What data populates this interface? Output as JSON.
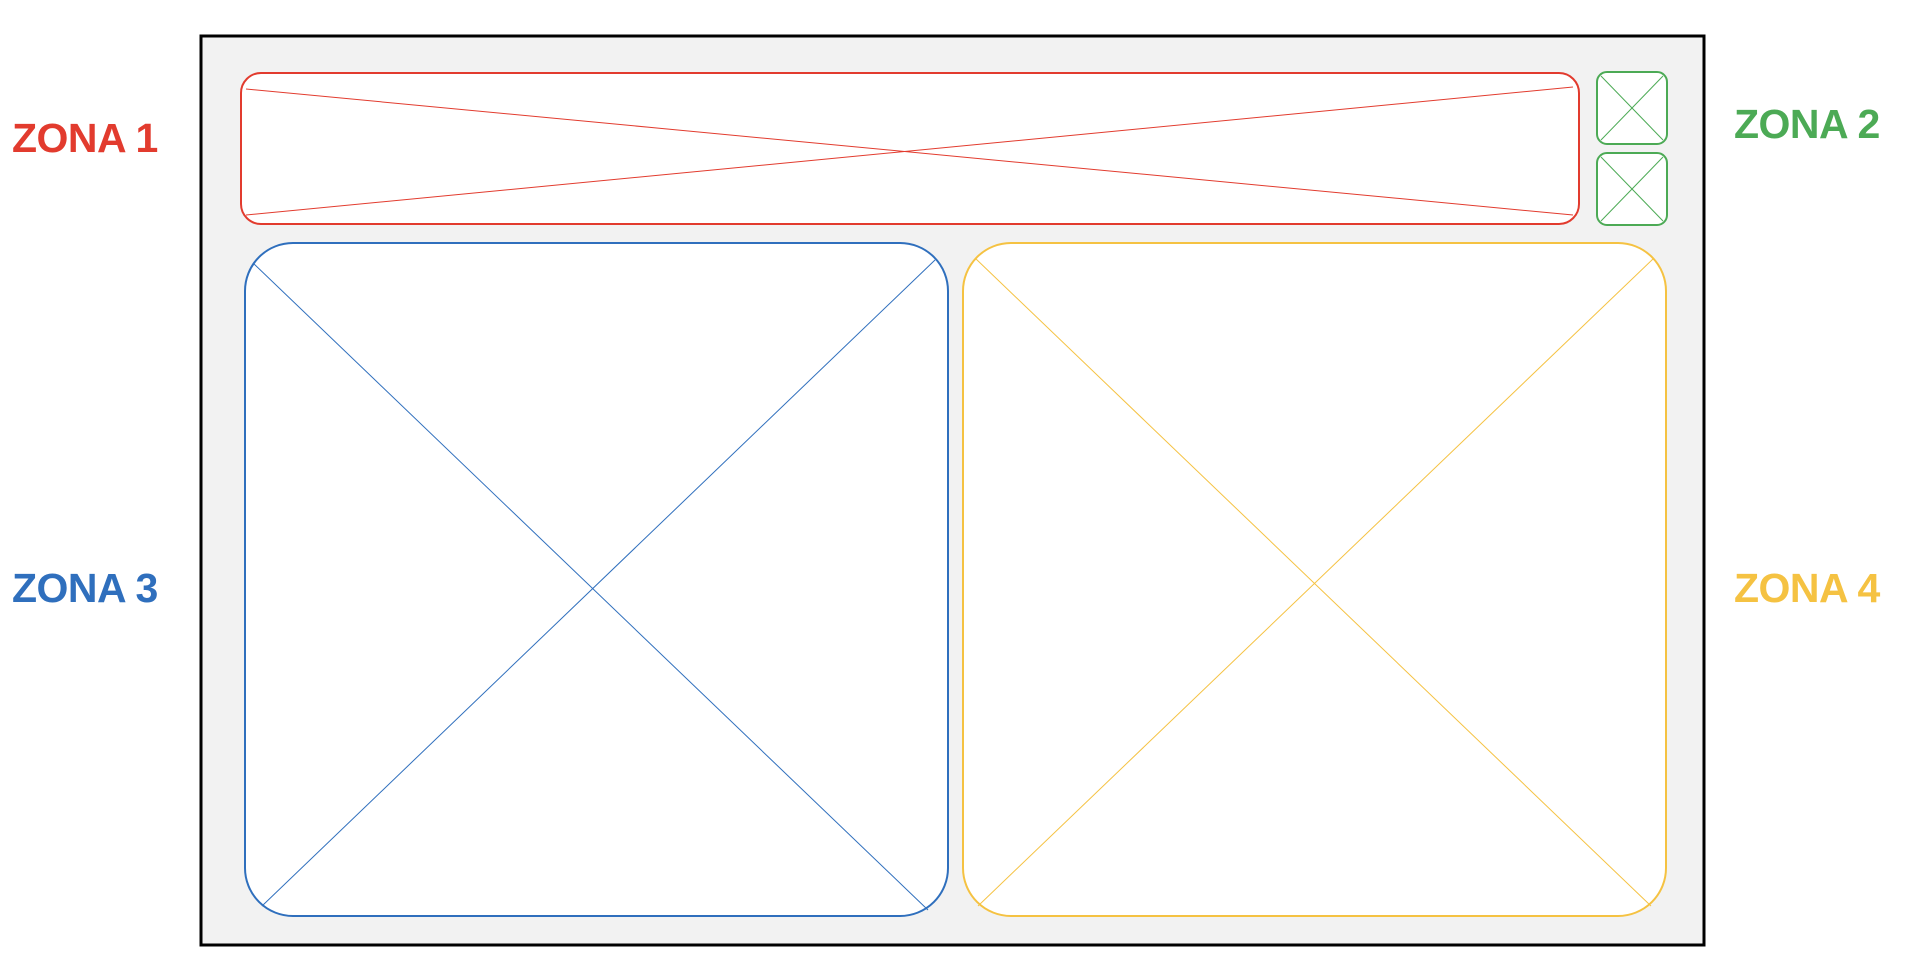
{
  "zones": [
    {
      "label": "ZONA 1",
      "color": "#e23b2e"
    },
    {
      "label": "ZONA 2",
      "color": "#4caa55"
    },
    {
      "label": "ZONA 3",
      "color": "#2f6fbd"
    },
    {
      "label": "ZONA 4",
      "color": "#f5c242"
    }
  ],
  "frame": {
    "border_color": "#000000",
    "fill_color": "#f2f2f2"
  },
  "placeholder_fill": "#ffffff"
}
